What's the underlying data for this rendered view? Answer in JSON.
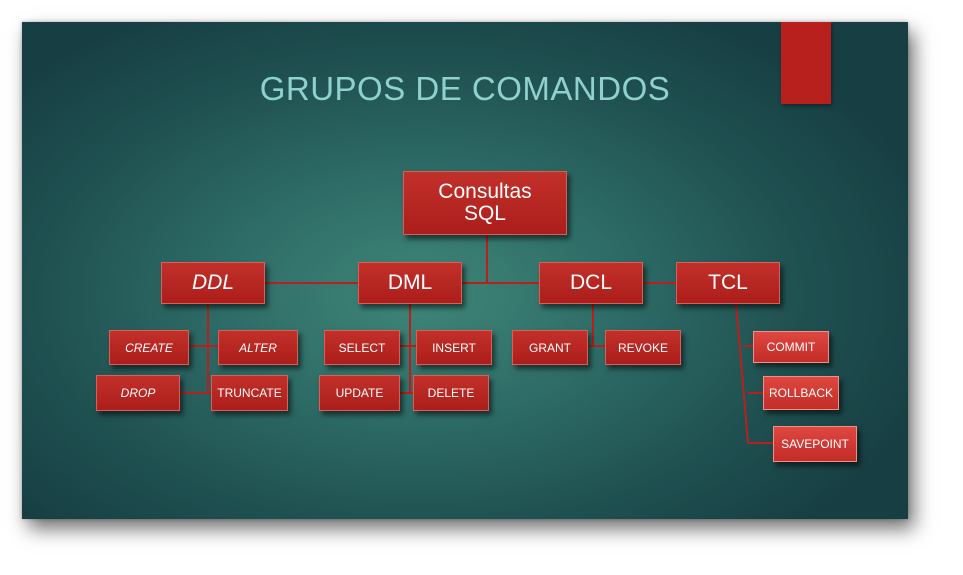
{
  "slide": {
    "title": "GRUPOS DE COMANDOS"
  },
  "colors": {
    "background_center": "#3f8678",
    "background_edge": "#173f43",
    "title": "#8fd1cf",
    "node_fill": "#b8201d",
    "node_fill_bright": "#d63a34",
    "connector": "#b8201d"
  },
  "diagram": {
    "root": "Consultas\nSQL",
    "groups": {
      "ddl": {
        "label": "DDL",
        "commands": [
          "CREATE",
          "ALTER",
          "DROP",
          "TRUNCATE"
        ]
      },
      "dml": {
        "label": "DML",
        "commands": [
          "SELECT",
          "INSERT",
          "UPDATE",
          "DELETE"
        ]
      },
      "dcl": {
        "label": "DCL",
        "commands": [
          "GRANT",
          "REVOKE"
        ]
      },
      "tcl": {
        "label": "TCL",
        "commands": [
          "COMMIT",
          "ROLLBACK",
          "SAVEPOINT"
        ]
      }
    }
  }
}
